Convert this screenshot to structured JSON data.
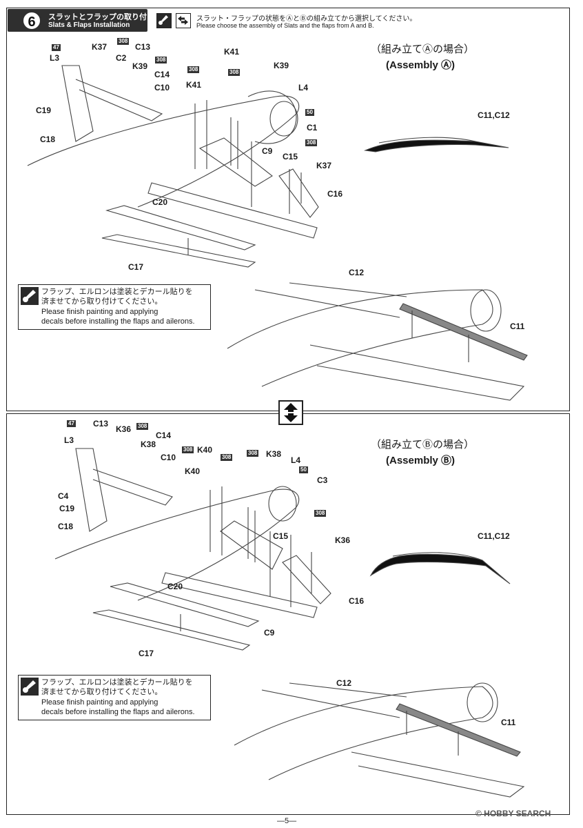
{
  "step": {
    "number": "6",
    "title_jp": "スラットとフラップの取り付け",
    "title_en": "Slats & Flaps Installation"
  },
  "header_note": {
    "text_jp": "スラット・フラップの状態をⒶとⒷの組み立てから選択してください。",
    "text_en": "Please choose the assembly of Slats and the flaps from A and B."
  },
  "assembly_a": {
    "title_jp": "（組み立てⒶの場合）",
    "title_en": "(Assembly Ⓐ)",
    "slat_label": "C11,C12",
    "part_labels": [
      "47",
      "L3",
      "K37",
      "308",
      "C13",
      "C2",
      "308",
      "K39",
      "C14",
      "C10",
      "C19",
      "C18",
      "K41",
      "308",
      "K41",
      "308",
      "K39",
      "L4",
      "50",
      "C1",
      "308",
      "C9",
      "C15",
      "K37",
      "C16",
      "C20",
      "C17"
    ],
    "detail_labels": [
      "C12",
      "C11"
    ]
  },
  "assembly_b": {
    "title_jp": "（組み立てⒷの場合）",
    "title_en": "(Assembly Ⓑ)",
    "slat_label": "C11,C12",
    "part_labels": [
      "47",
      "L3",
      "C13",
      "K36",
      "308",
      "C14",
      "K38",
      "308",
      "C10",
      "K40",
      "308",
      "K40",
      "C4",
      "C19",
      "C18",
      "308",
      "K38",
      "L4",
      "50",
      "C3",
      "308",
      "C15",
      "K36",
      "C16",
      "C9",
      "C20",
      "C17"
    ],
    "detail_labels": [
      "C12",
      "C11"
    ]
  },
  "paint_note": {
    "line1_jp": "フラップ、エルロンは塗装とデカール貼りを",
    "line2_jp": "済ませてから取り付けてください。",
    "line1_en": "Please finish painting and applying",
    "line2_en": "decals before installing the flaps and ailerons."
  },
  "page_number": "—5—",
  "watermark": "© HOBBY SEARCH",
  "icons": {
    "paint": "paint-brush-icon",
    "swap": "swap-arrows-icon"
  }
}
